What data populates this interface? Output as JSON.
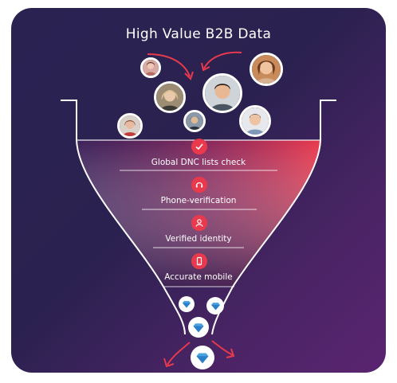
{
  "title": "High Value B2B Data",
  "steps": [
    {
      "label": "Global DNC lists check",
      "icon": "check-icon"
    },
    {
      "label": "Phone-verification",
      "icon": "headset-icon"
    },
    {
      "label": "Verified identity",
      "icon": "person-icon"
    },
    {
      "label": "Accurate mobile",
      "icon": "mobile-phone-icon"
    }
  ],
  "colors": {
    "accent": "#e8394d",
    "background_start": "#2a2352",
    "background_end": "#5a2470"
  }
}
